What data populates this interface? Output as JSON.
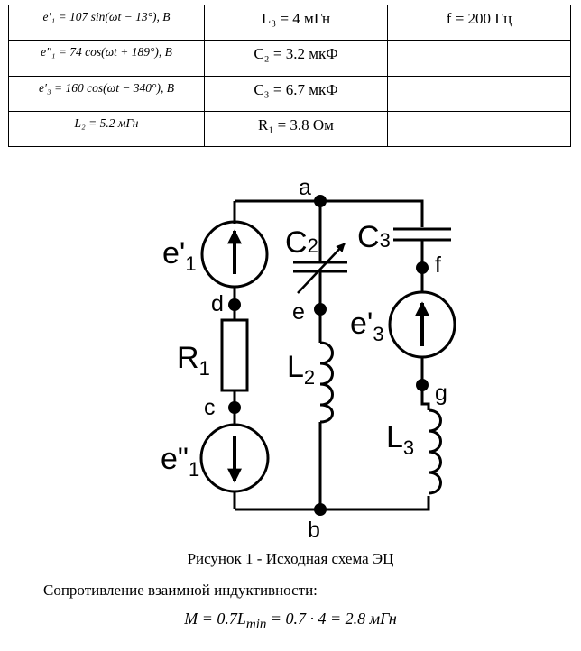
{
  "table": {
    "rows": [
      [
        "e′₁ = 107 sin(ωt − 13°), B",
        "L₃ = 4 мГн",
        "f = 200 Гц"
      ],
      [
        "e″₁ = 74 cos(ωt + 189°), B",
        "C₂ = 3.2 мкФ",
        ""
      ],
      [
        "e′₃ = 160 cos(ωt − 340°), B",
        "C₃ = 6.7 мкФ",
        ""
      ],
      [
        "L₂ = 5.2 мГн",
        "R₁ = 3.8 Ом",
        ""
      ]
    ]
  },
  "circuit": {
    "nodes": {
      "a": "a",
      "b": "b",
      "c": "c",
      "d": "d",
      "e": "e",
      "f": "f",
      "g": "g"
    },
    "elements": {
      "e1p": {
        "main": "e'",
        "sub": "1"
      },
      "e1pp": {
        "main": "e\"",
        "sub": "1"
      },
      "e3p": {
        "main": "e'",
        "sub": "3"
      },
      "R1": {
        "main": "R",
        "sub": "1"
      },
      "L2": {
        "main": "L",
        "sub": "2"
      },
      "L3": {
        "main": "L",
        "sub": "3"
      },
      "C2": {
        "main": "C",
        "sub": "2"
      },
      "C3": {
        "main": "C",
        "sub": "3"
      }
    }
  },
  "caption": "Рисунок 1 - Исходная схема ЭЦ",
  "note": "Сопротивление взаимной индуктивности:",
  "formula": "M = 0.7Lmin = 0.7 · 4 = 2.8 мГн",
  "formula_parts": {
    "lhs": "M = 0.7",
    "L": "L",
    "sub": "min",
    "rhs": " = 0.7 · 4 = 2.8 мГн"
  }
}
